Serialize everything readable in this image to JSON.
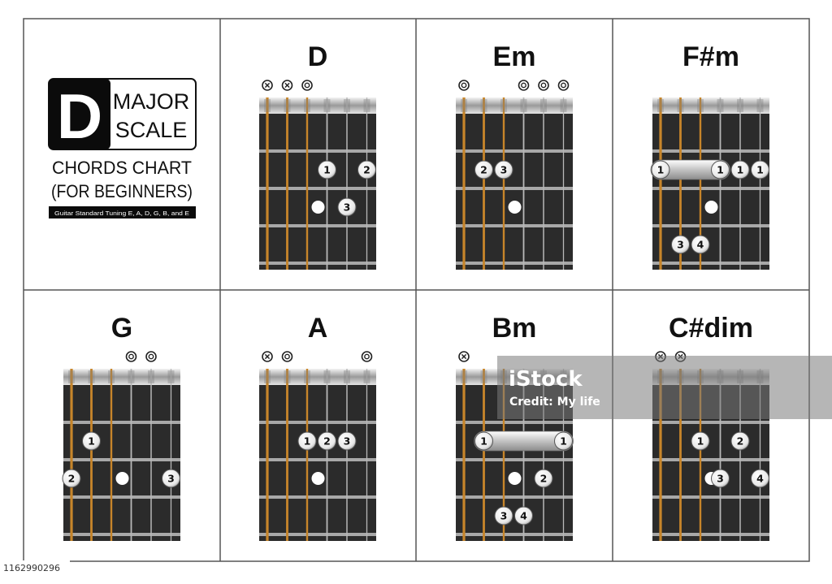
{
  "title_block": {
    "key_letter": "D",
    "line1": "MAJOR",
    "line2": "SCALE",
    "subtitle1": "CHORDS CHART",
    "subtitle2": "(FOR BEGINNERS)",
    "tuning": "Guitar Standard Tuning E, A, D, G, B, and E"
  },
  "watermark": {
    "brand": "iStock",
    "credit": "Credit: My life",
    "image_id": "1162990296"
  },
  "colors": {
    "grid_line": "#555555",
    "fretboard": "#2b2b2b",
    "fret_wire": "#a8a8a8",
    "string_wound": "#c7852a",
    "string_plain": "#b8b8b8",
    "finger_dot": "#f2f2f2"
  },
  "chords": [
    {
      "name": "D",
      "markers": [
        "x",
        "x",
        "o",
        "",
        "",
        ""
      ],
      "fingers": [
        {
          "fret": 2,
          "string": 4,
          "label": "1"
        },
        {
          "fret": 2,
          "string": 6,
          "label": "2"
        },
        {
          "fret": 3,
          "string": 5,
          "label": "3"
        }
      ],
      "barres": [],
      "root_dots": [
        {
          "fret": 3,
          "string": 4
        }
      ]
    },
    {
      "name": "Em",
      "markers": [
        "o",
        "",
        "",
        "o",
        "o",
        "o"
      ],
      "fingers": [
        {
          "fret": 2,
          "string": 2,
          "label": "2"
        },
        {
          "fret": 2,
          "string": 3,
          "label": "3"
        }
      ],
      "barres": [],
      "root_dots": [
        {
          "fret": 3,
          "string": 4
        }
      ]
    },
    {
      "name": "F#m",
      "markers": [
        "",
        "",
        "",
        "",
        "",
        ""
      ],
      "fingers": [
        {
          "fret": 2,
          "string": 1,
          "label": "1"
        },
        {
          "fret": 2,
          "string": 4,
          "label": "1"
        },
        {
          "fret": 2,
          "string": 5,
          "label": "1"
        },
        {
          "fret": 2,
          "string": 6,
          "label": "1"
        },
        {
          "fret": 4,
          "string": 2,
          "label": "3"
        },
        {
          "fret": 4,
          "string": 3,
          "label": "4"
        }
      ],
      "barres": [
        {
          "fret": 2,
          "from": 1,
          "to": 4
        }
      ],
      "root_dots": [
        {
          "fret": 3,
          "string": 4
        }
      ]
    },
    {
      "name": "G",
      "markers": [
        "",
        "",
        "",
        "o",
        "o",
        ""
      ],
      "fingers": [
        {
          "fret": 2,
          "string": 2,
          "label": "1"
        },
        {
          "fret": 3,
          "string": 1,
          "label": "2"
        },
        {
          "fret": 3,
          "string": 6,
          "label": "3"
        }
      ],
      "barres": [],
      "root_dots": [
        {
          "fret": 3,
          "string": 4
        }
      ]
    },
    {
      "name": "A",
      "markers": [
        "x",
        "o",
        "",
        "",
        "",
        "o"
      ],
      "fingers": [
        {
          "fret": 2,
          "string": 3,
          "label": "1"
        },
        {
          "fret": 2,
          "string": 4,
          "label": "2"
        },
        {
          "fret": 2,
          "string": 5,
          "label": "3"
        }
      ],
      "barres": [],
      "root_dots": [
        {
          "fret": 3,
          "string": 4
        }
      ]
    },
    {
      "name": "Bm",
      "markers": [
        "x",
        "",
        "",
        "",
        "",
        ""
      ],
      "fingers": [
        {
          "fret": 2,
          "string": 2,
          "label": "1"
        },
        {
          "fret": 2,
          "string": 6,
          "label": "1"
        },
        {
          "fret": 3,
          "string": 5,
          "label": "2"
        },
        {
          "fret": 4,
          "string": 3,
          "label": "3"
        },
        {
          "fret": 4,
          "string": 4,
          "label": "4"
        }
      ],
      "barres": [
        {
          "fret": 2,
          "from": 2,
          "to": 6
        }
      ],
      "root_dots": [
        {
          "fret": 3,
          "string": 4
        }
      ]
    },
    {
      "name": "C#dim",
      "markers": [
        "x",
        "x",
        "",
        "",
        "",
        ""
      ],
      "fingers": [
        {
          "fret": 2,
          "string": 3,
          "label": "1"
        },
        {
          "fret": 2,
          "string": 5,
          "label": "2"
        },
        {
          "fret": 3,
          "string": 4,
          "label": "3"
        },
        {
          "fret": 3,
          "string": 6,
          "label": "4"
        }
      ],
      "barres": [],
      "root_dots": [
        {
          "fret": 3,
          "string": 4
        }
      ]
    }
  ]
}
